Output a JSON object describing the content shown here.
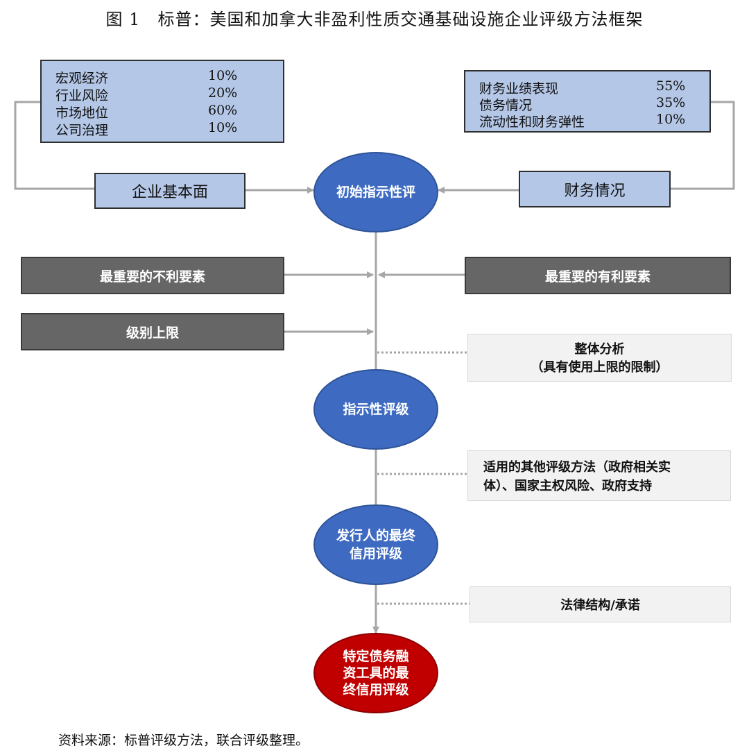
{
  "title": "图 1　标普：美国和加拿大非盈利性质交通基础设施企业评级方法框架",
  "left_weights": {
    "rows": [
      {
        "label": "宏观经济",
        "value": "10%"
      },
      {
        "label": "行业风险",
        "value": "20%"
      },
      {
        "label": "市场地位",
        "value": "60%"
      },
      {
        "label": "公司治理",
        "value": "10%"
      }
    ]
  },
  "right_weights": {
    "rows": [
      {
        "label": "财务业绩表现",
        "value": "55%"
      },
      {
        "label": "债务情况",
        "value": "35%"
      },
      {
        "label": "流动性和财务弹性",
        "value": "10%"
      }
    ]
  },
  "business_box": "企业基本面",
  "financial_box": "财务情况",
  "initial_rating": "初始指示性评",
  "negative_factors": "最重要的不利要素",
  "positive_factors": "最重要的有利要素",
  "rating_cap": "级别上限",
  "holistic": {
    "line1": "整体分析",
    "line2": "（具有使用上限的限制）"
  },
  "indicative_rating": "指示性评级",
  "other_methods": {
    "line1": "适用的其他评级方法（政府相关实",
    "line2": "体）、国家主权风险、政府支持"
  },
  "issuer_rating": {
    "line1": "发行人的最终",
    "line2": "信用评级"
  },
  "legal": "法律结构/承诺",
  "issue_rating": {
    "line1": "特定债务融",
    "line2": "资工具的最",
    "line3": "终信用评级"
  },
  "source": "资料来源：标普评级方法，联合评级整理。",
  "colors": {
    "ellipse_blue": "#3e6bc1",
    "ellipse_red": "#c00000",
    "box_blue": "#b4c7e7",
    "box_dark": "#666666",
    "box_grey": "#f2f2f2",
    "line_grey": "#a6a6a6"
  }
}
